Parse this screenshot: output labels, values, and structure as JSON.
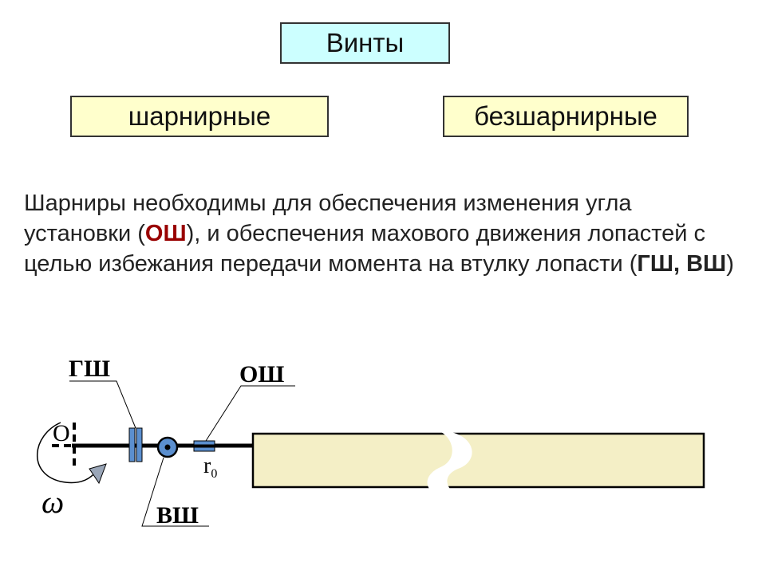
{
  "classification": {
    "root_label": "Винты",
    "left_label": "шарнирные",
    "right_label": "безшарнирные"
  },
  "description": {
    "part1": "Шарниры необходимы для обеспечения изменения угла установки (",
    "hinge_axial": "ОШ",
    "part2": "), и обеспечения махового движения лопастей с целью избежания передачи момента на втулку лопасти (",
    "hinge_horiz_vert": "ГШ, ВШ",
    "part3": ")"
  },
  "diagram": {
    "label_gsh": "ГШ",
    "label_osh": "ОШ",
    "label_vsh": "ВШ",
    "label_axis": "O",
    "label_r": "r",
    "label_r_sub": "0",
    "label_omega": "ω"
  },
  "colors": {
    "accent": "#990000",
    "hinge_blue": "#5b8fcf",
    "blade_fill": "#f4efc6"
  }
}
